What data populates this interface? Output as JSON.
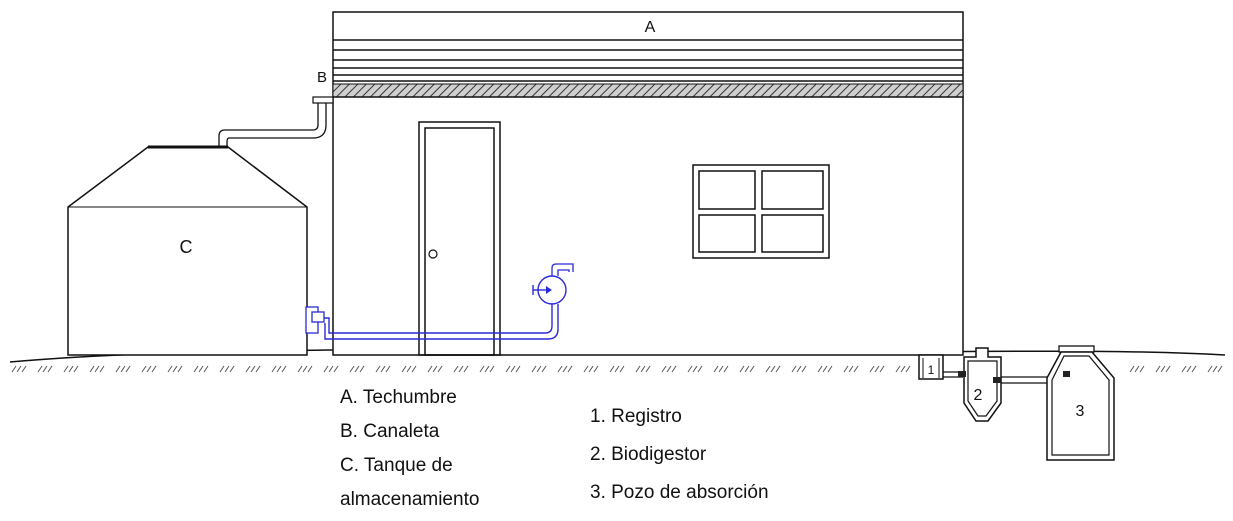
{
  "labels": {
    "roof": "A",
    "gutter": "B",
    "tank": "C",
    "registro": "1",
    "biodigestor": "2",
    "pozo": "3"
  },
  "legend_left": [
    "A. Techumbre",
    "B. Canaleta",
    "C. Tanque de",
    "almacenamiento"
  ],
  "legend_right": [
    "1. Registro",
    "2. Biodigestor",
    "3. Pozo de absorción"
  ],
  "colors": {
    "line": "#111111",
    "pipe": "#2a2ad6",
    "hatch": "#555555"
  }
}
